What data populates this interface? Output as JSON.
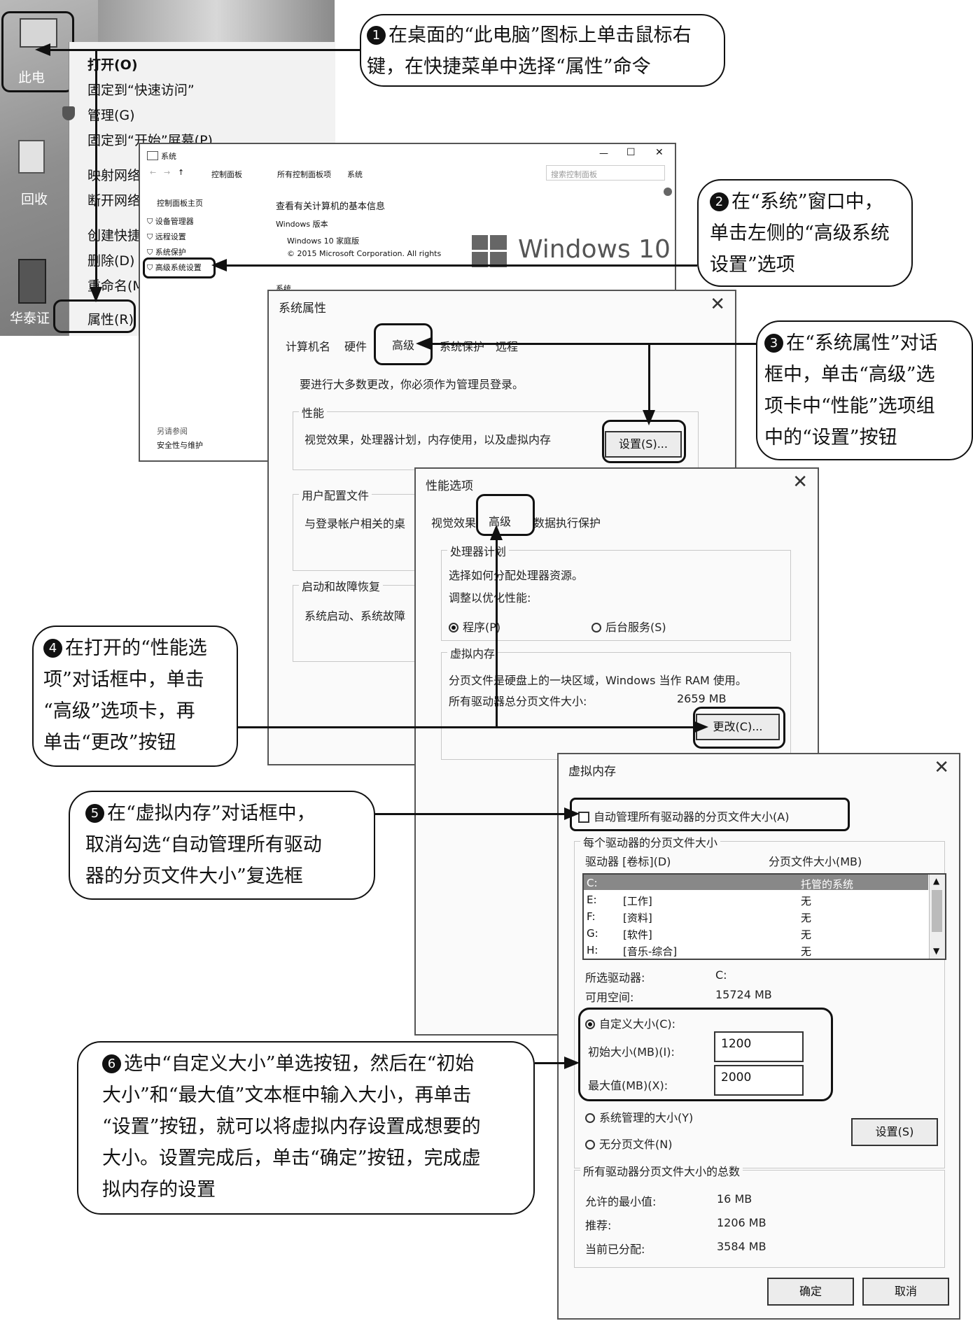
{
  "desktop": {
    "icon_label_pc": "此电",
    "icon_label_recycle": "回收",
    "icon_label_app": "华泰证"
  },
  "context_menu": {
    "items": [
      "打开(O)",
      "固定到“快速访问”",
      "管理(G)",
      "固定到“开始”屏幕(P)",
      "映射网络",
      "断开网络",
      "创建快捷",
      "删除(D)",
      "重命名(M",
      "属性(R)"
    ]
  },
  "system_window": {
    "title": "系统",
    "controls": [
      "—",
      "☐",
      "✕"
    ],
    "breadcrumb": [
      "控制面板",
      "所有控制面板项",
      "系统"
    ],
    "search_placeholder": "搜索控制面板",
    "sidebar": {
      "home": "控制面板主页",
      "items": [
        "设备管理器",
        "远程设置",
        "系统保护",
        "高级系统设置"
      ],
      "see_also": "另请参阅",
      "security": "安全性与维护"
    },
    "heading": "查看有关计算机的基本信息",
    "edition_label": "Windows 版本",
    "edition": "Windows 10 家庭版",
    "copyright": "© 2015 Microsoft Corporation. All rights",
    "system_label": "系统",
    "logo_text": "Windows 10"
  },
  "sys_props": {
    "title": "系统属性",
    "tabs": [
      "计算机名",
      "硬件",
      "高级",
      "系统保护",
      "远程"
    ],
    "admin_note": "要进行大多数更改，你必须作为管理员登录。",
    "perf_group": "性能",
    "perf_desc": "视觉效果，处理器计划，内存使用，以及虚拟内存",
    "settings_btn": "设置(S)...",
    "profile_group": "用户配置文件",
    "profile_desc": "与登录帐户相关的桌",
    "startup_group": "启动和故障恢复",
    "startup_desc": "系统启动、系统故障"
  },
  "perf_options": {
    "title": "性能选项",
    "tabs": [
      "视觉效果",
      "高级",
      "数据执行保护"
    ],
    "cpu_group": "处理器计划",
    "cpu_desc": "选择如何分配处理器资源。",
    "cpu_adjust": "调整以优化性能:",
    "radio_programs": "程序(P)",
    "radio_services": "后台服务(S)",
    "vm_group": "虚拟内存",
    "vm_desc": "分页文件是硬盘上的一块区域，Windows 当作 RAM 使用。",
    "vm_total_label": "所有驱动器总分页文件大小:",
    "vm_total_value": "2659 MB",
    "change_btn": "更改(C)..."
  },
  "virtual_memory": {
    "title": "虚拟内存",
    "auto_manage": "自动管理所有驱动器的分页文件大小(A)",
    "per_drive_group": "每个驱动器的分页文件大小",
    "col_drive": "驱动器 [卷标](D)",
    "col_size": "分页文件大小(MB)",
    "drives": [
      {
        "drive": "C:",
        "label": "",
        "size": "托管的系统"
      },
      {
        "drive": "E:",
        "label": "[工作]",
        "size": "无"
      },
      {
        "drive": "F:",
        "label": "[资料]",
        "size": "无"
      },
      {
        "drive": "G:",
        "label": "[软件]",
        "size": "无"
      },
      {
        "drive": "H:",
        "label": "[音乐-综合]",
        "size": "无"
      }
    ],
    "selected_drive_label": "所选驱动器:",
    "selected_drive_value": "C:",
    "free_space_label": "可用空间:",
    "free_space_value": "15724 MB",
    "radio_custom": "自定义大小(C):",
    "initial_label": "初始大小(MB)(I):",
    "initial_value": "1200",
    "max_label": "最大值(MB)(X):",
    "max_value": "2000",
    "radio_system": "系统管理的大小(Y)",
    "radio_none": "无分页文件(N)",
    "set_btn": "设置(S)",
    "total_group": "所有驱动器分页文件大小的总数",
    "min_label": "允许的最小值:",
    "min_value": "16 MB",
    "rec_label": "推荐:",
    "rec_value": "1206 MB",
    "cur_label": "当前已分配:",
    "cur_value": "3584 MB",
    "ok_btn": "确定",
    "cancel_btn": "取消"
  },
  "callouts": {
    "c1_num": "1",
    "c1_l1": "在桌面的“此电脑”图标上单击鼠标右",
    "c1_l2": "键，在快捷菜单中选择“属性”命令",
    "c2_num": "2",
    "c2_l1": "在“系统”窗口中，",
    "c2_l2": "单击左侧的“高级系统",
    "c2_l3": "设置”选项",
    "c3_num": "3",
    "c3_l1": "在“系统属性”对话",
    "c3_l2": "框中，单击“高级”选",
    "c3_l3": "项卡中“性能”选项组",
    "c3_l4": "中的“设置”按钮",
    "c4_num": "4",
    "c4_l1": "在打开的“性能选",
    "c4_l2": "项”对话框中，单击",
    "c4_l3": "“高级”选项卡，再",
    "c4_l4": "单击“更改”按钮",
    "c5_num": "5",
    "c5_l1": "在“虚拟内存”对话框中，",
    "c5_l2": "取消勾选“自动管理所有驱动",
    "c5_l3": "器的分页文件大小”复选框",
    "c6_num": "6",
    "c6_l1": "选中“自定义大小”单选按钮，然后在“初始",
    "c6_l2": "大小”和“最大值”文本框中输入大小，再单击",
    "c6_l3": "“设置”按钮，就可以将虚拟内存设置成想要的",
    "c6_l4": "大小。设置完成后，单击“确定”按钮，完成虚",
    "c6_l5": "拟内存的设置"
  }
}
